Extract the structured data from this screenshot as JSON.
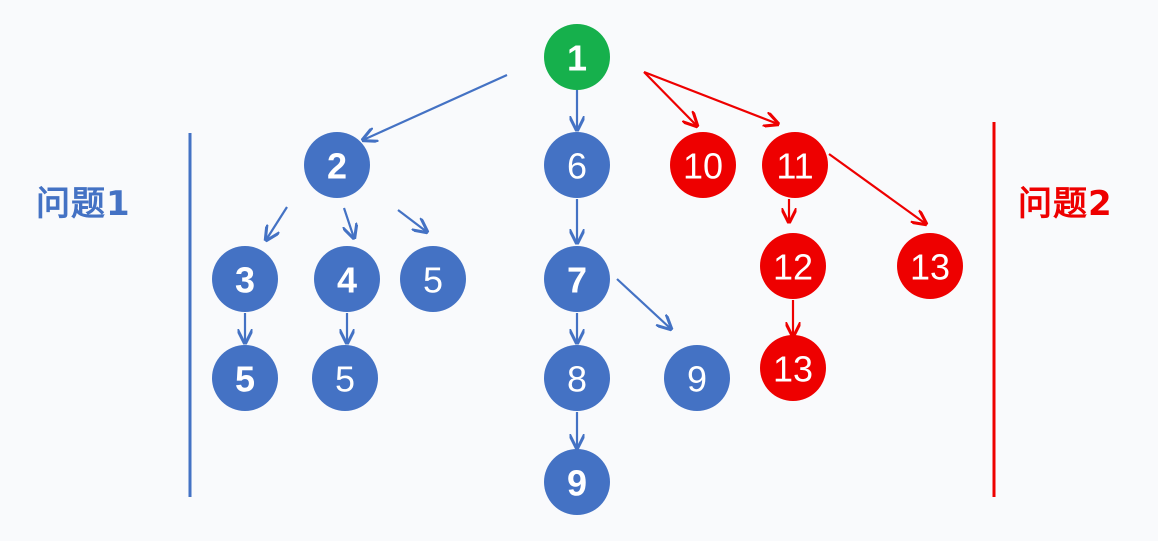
{
  "colors": {
    "root": "#16b04c",
    "blue": "#4472c4",
    "red": "#ee0000",
    "background": "#f9fafc"
  },
  "left_label": {
    "text": "问题1",
    "color": "blue"
  },
  "right_label": {
    "text": "问题2",
    "color": "red"
  },
  "nodes": [
    {
      "id": "n1",
      "label": "1",
      "color": "root",
      "bold": true
    },
    {
      "id": "n2",
      "label": "2",
      "color": "blue",
      "bold": true
    },
    {
      "id": "n3",
      "label": "3",
      "color": "blue",
      "bold": true
    },
    {
      "id": "n4",
      "label": "4",
      "color": "blue",
      "bold": true
    },
    {
      "id": "n5a",
      "label": "5",
      "color": "blue",
      "bold": false
    },
    {
      "id": "n5b",
      "label": "5",
      "color": "blue",
      "bold": true
    },
    {
      "id": "n5c",
      "label": "5",
      "color": "blue",
      "bold": false
    },
    {
      "id": "n6",
      "label": "6",
      "color": "blue",
      "bold": false
    },
    {
      "id": "n7",
      "label": "7",
      "color": "blue",
      "bold": true
    },
    {
      "id": "n8",
      "label": "8",
      "color": "blue",
      "bold": false
    },
    {
      "id": "n9a",
      "label": "9",
      "color": "blue",
      "bold": false
    },
    {
      "id": "n9b",
      "label": "9",
      "color": "blue",
      "bold": true
    },
    {
      "id": "n10",
      "label": "10",
      "color": "red",
      "bold": false
    },
    {
      "id": "n11",
      "label": "11",
      "color": "red",
      "bold": false
    },
    {
      "id": "n12",
      "label": "12",
      "color": "red",
      "bold": false
    },
    {
      "id": "n13a",
      "label": "13",
      "color": "red",
      "bold": false
    },
    {
      "id": "n13b",
      "label": "13",
      "color": "red",
      "bold": false
    }
  ],
  "edges": [
    {
      "from": "n1",
      "to": "n2",
      "color": "blue"
    },
    {
      "from": "n1",
      "to": "n6",
      "color": "blue"
    },
    {
      "from": "n1",
      "to": "n10",
      "color": "red"
    },
    {
      "from": "n1",
      "to": "n11",
      "color": "red"
    },
    {
      "from": "n2",
      "to": "n3",
      "color": "blue"
    },
    {
      "from": "n2",
      "to": "n4",
      "color": "blue"
    },
    {
      "from": "n2",
      "to": "n5a",
      "color": "blue"
    },
    {
      "from": "n3",
      "to": "n5b",
      "color": "blue"
    },
    {
      "from": "n4",
      "to": "n5c",
      "color": "blue"
    },
    {
      "from": "n6",
      "to": "n7",
      "color": "blue"
    },
    {
      "from": "n7",
      "to": "n8",
      "color": "blue"
    },
    {
      "from": "n7",
      "to": "n9a",
      "color": "blue"
    },
    {
      "from": "n8",
      "to": "n9b",
      "color": "blue"
    },
    {
      "from": "n11",
      "to": "n12",
      "color": "red"
    },
    {
      "from": "n11",
      "to": "n13a",
      "color": "red"
    },
    {
      "from": "n12",
      "to": "n13b",
      "color": "red"
    }
  ]
}
